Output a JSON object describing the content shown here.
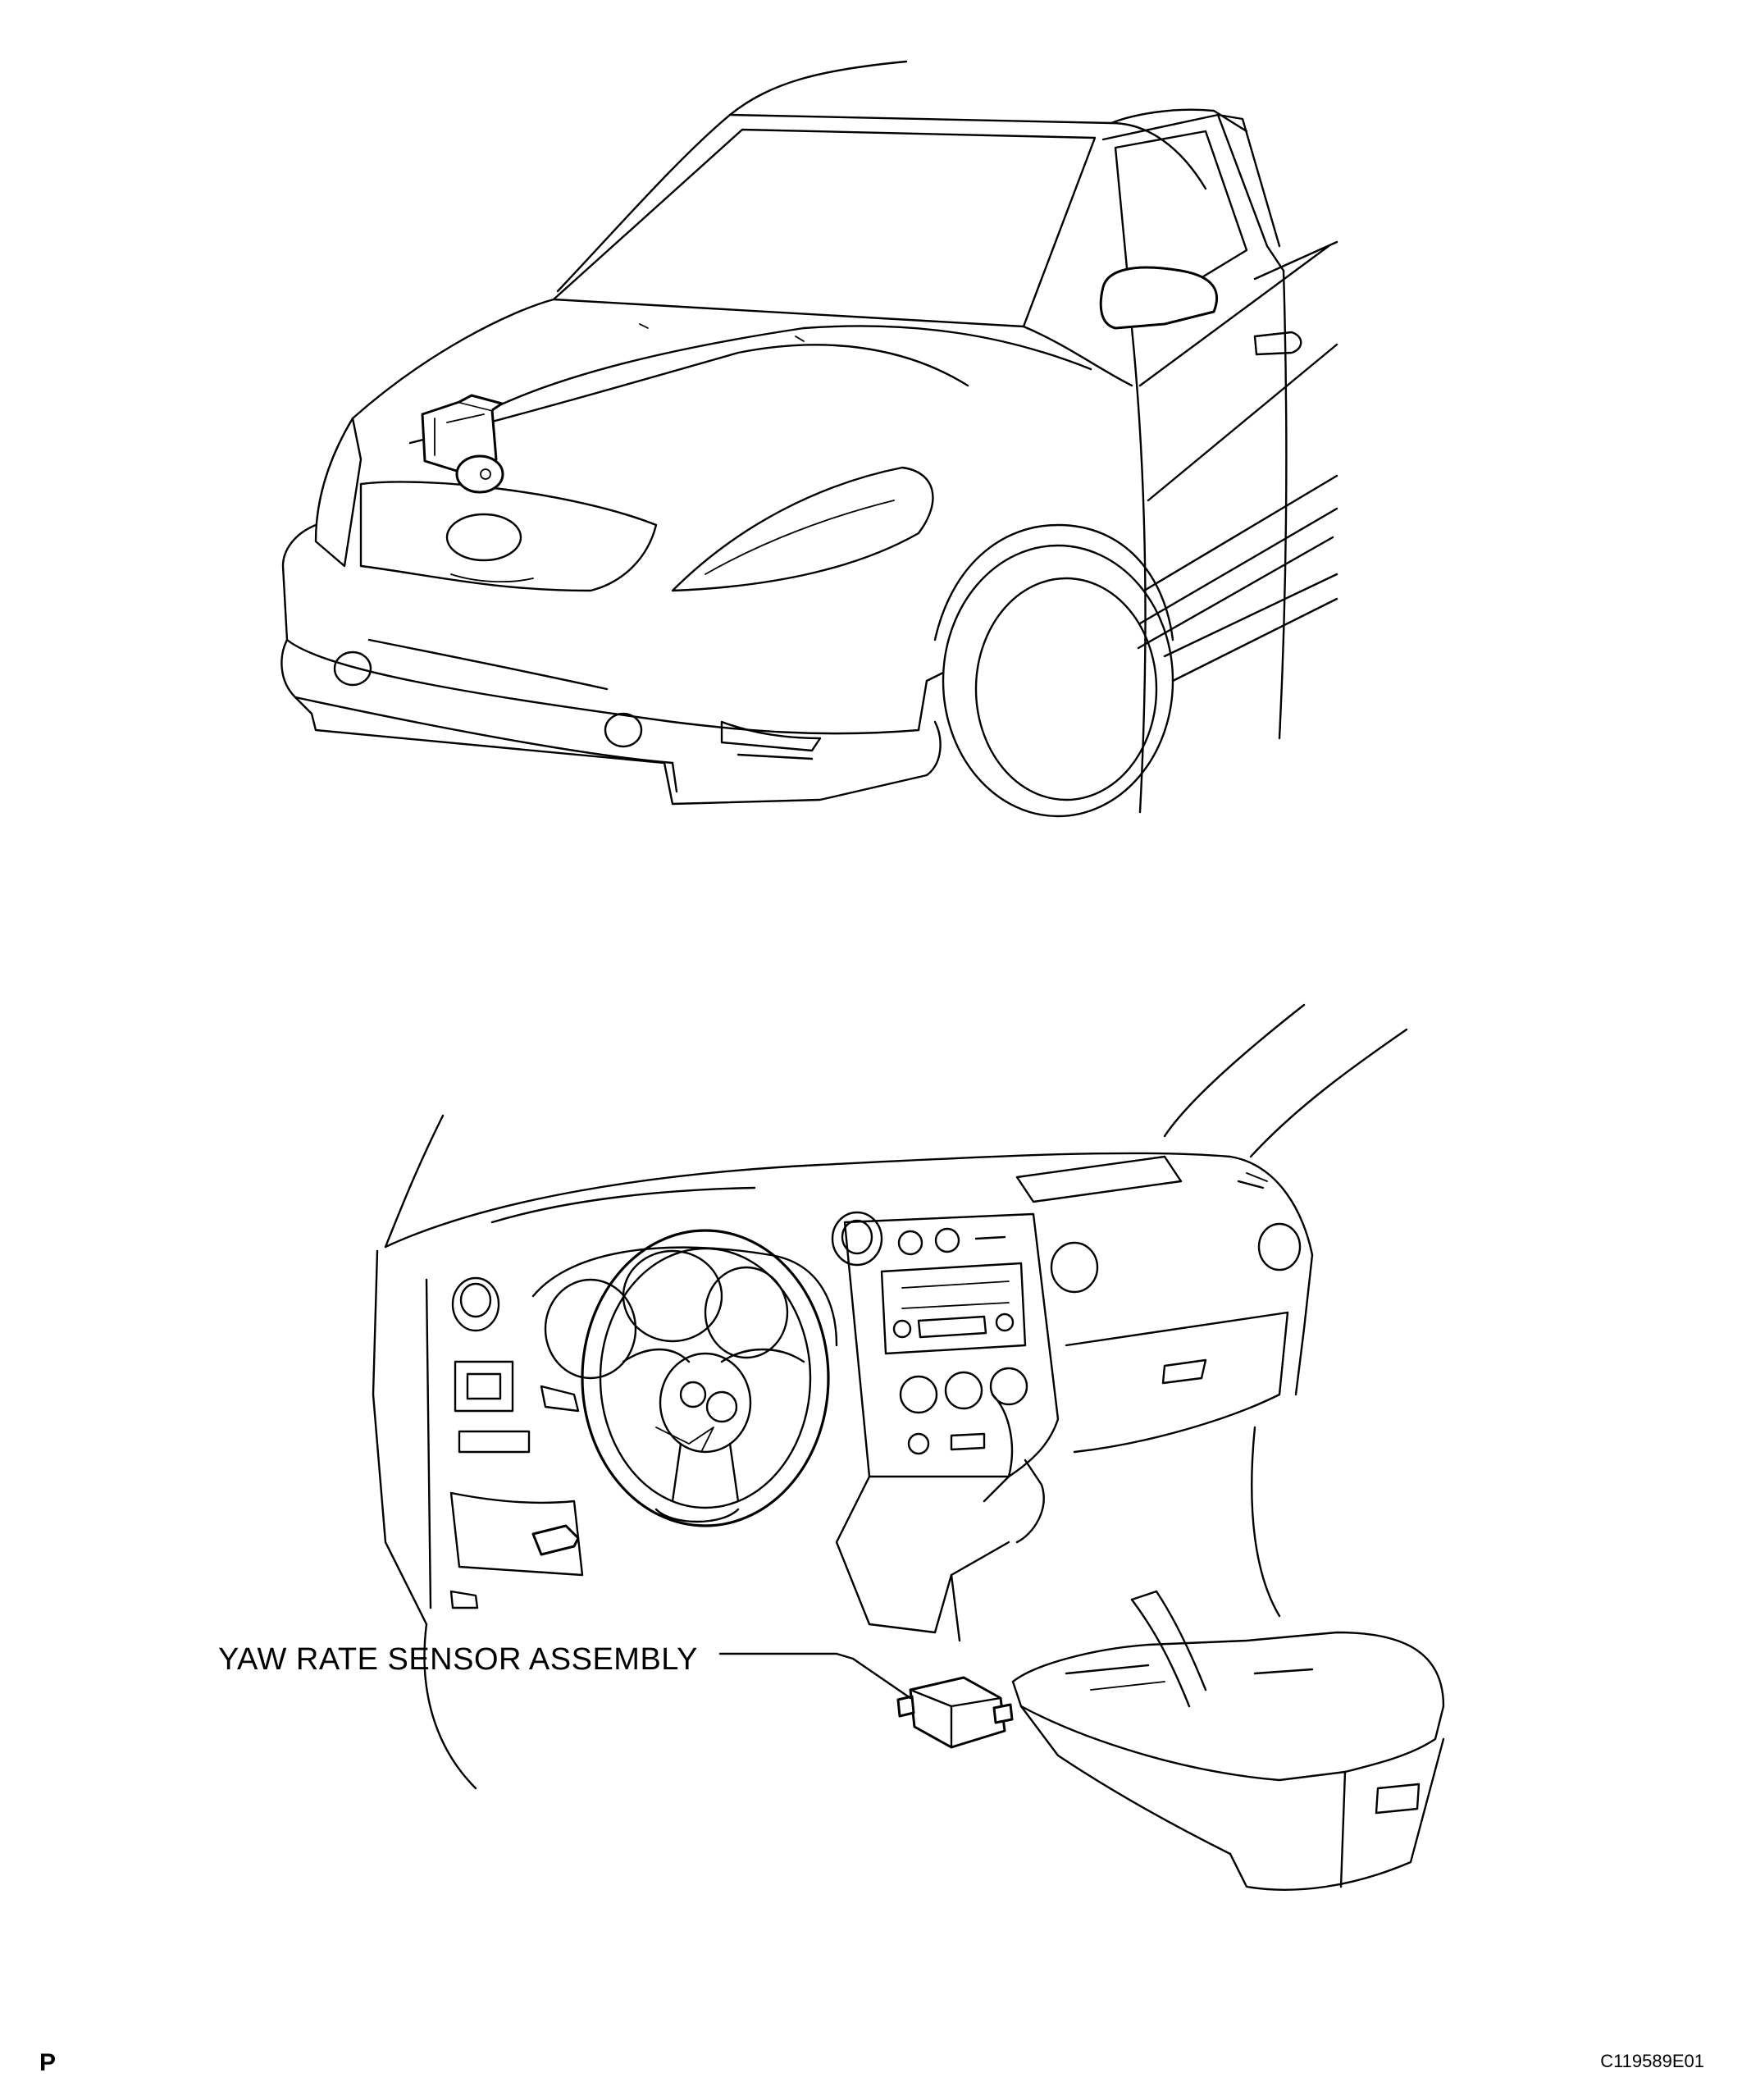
{
  "callouts": {
    "yaw_rate_sensor": "YAW RATE SENSOR ASSEMBLY"
  },
  "footer": {
    "page_marker": "P",
    "figure_code": "C119589E01"
  },
  "colors": {
    "line": "#000000",
    "background": "#ffffff"
  }
}
